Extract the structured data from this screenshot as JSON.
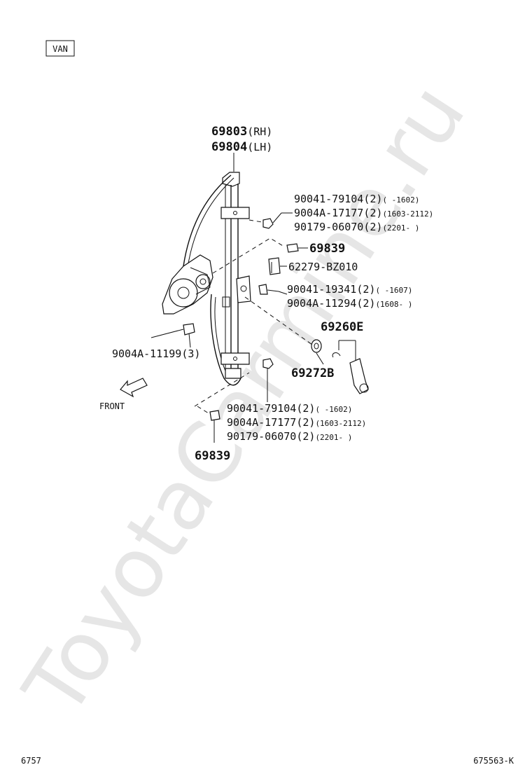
{
  "watermark": "ToyotaCarmine.ru",
  "variant_tag": "VAN",
  "front_label": "FRONT",
  "page_number": "6757",
  "figure_number": "675563-K",
  "callouts": {
    "regulator_rh": {
      "part": "69803",
      "suffix": "(RH)"
    },
    "regulator_lh": {
      "part": "69804",
      "suffix": "(LH)"
    },
    "nut_upper": [
      {
        "part": "90041-79104(2)",
        "range": "(      -1602)"
      },
      {
        "part": "9004A-17177(2)",
        "range": "(1603-2112)"
      },
      {
        "part": "90179-06070(2)",
        "range": "(2201-     )"
      }
    ],
    "cushion_upper": {
      "part": "69839"
    },
    "clip": {
      "part": "62279-BZ010"
    },
    "bolt_right": [
      {
        "part": "90041-19341(2)",
        "range": "(      -1607)"
      },
      {
        "part": "9004A-11294(2)",
        "range": "(1608-      )"
      }
    ],
    "handle": {
      "part": "69260E"
    },
    "bolt_left": {
      "part": "9004A-11199(3)"
    },
    "seat": {
      "part": "69272B"
    },
    "nut_lower": [
      {
        "part": "90041-79104(2)",
        "range": "(      -1602)"
      },
      {
        "part": "9004A-17177(2)",
        "range": "(1603-2112)"
      },
      {
        "part": "90179-06070(2)",
        "range": "(2201-     )"
      }
    ],
    "cushion_lower": {
      "part": "69839"
    }
  }
}
